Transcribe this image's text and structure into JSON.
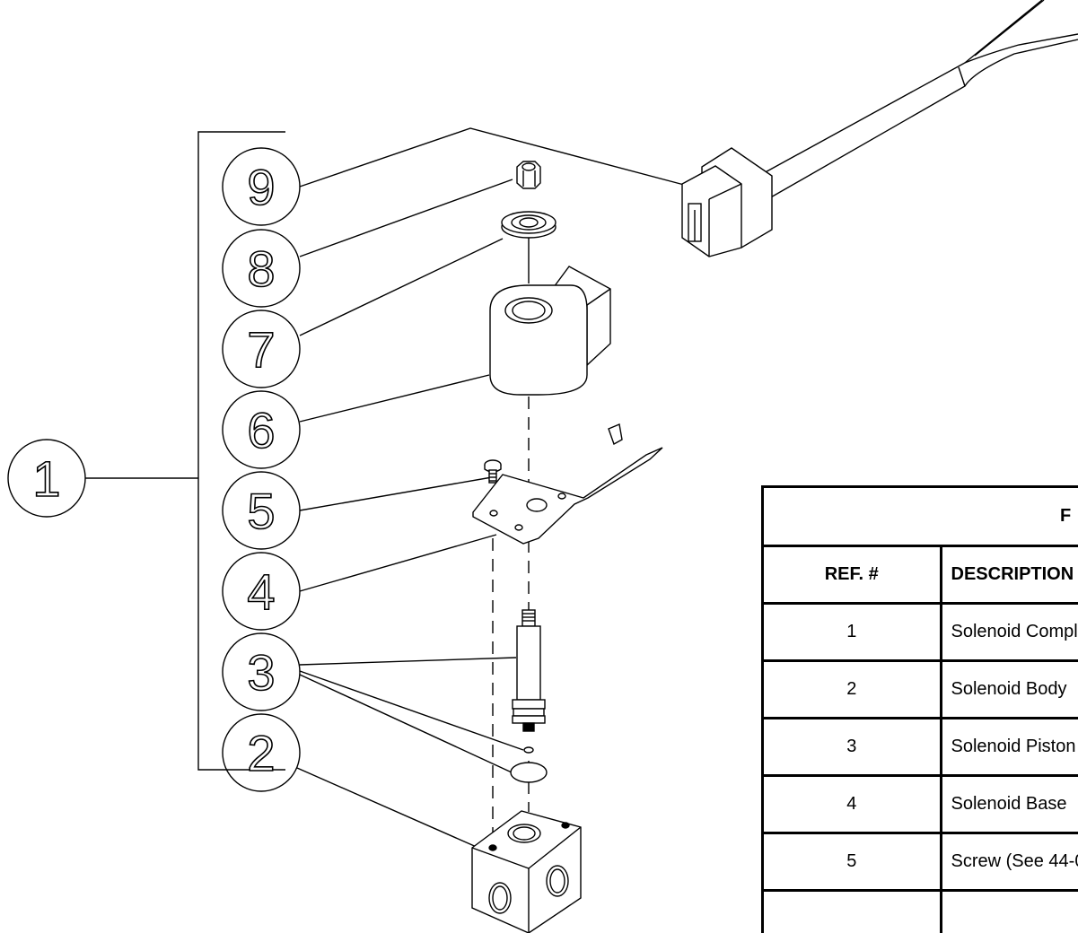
{
  "callouts": [
    "9",
    "8",
    "7",
    "6",
    "5",
    "4",
    "3",
    "2",
    "1"
  ],
  "table": {
    "title": "F",
    "headers": {
      "ref": "REF. #",
      "description": "DESCRIPTION"
    },
    "rows": [
      {
        "ref": "1",
        "description": "Solenoid Compl"
      },
      {
        "ref": "2",
        "description": "Solenoid Body"
      },
      {
        "ref": "3",
        "description": "Solenoid Piston"
      },
      {
        "ref": "4",
        "description": "Solenoid Base"
      },
      {
        "ref": "5",
        "description": "Screw (See 44-0"
      },
      {
        "ref": "",
        "description": ""
      }
    ]
  },
  "colors": {
    "line": "#000000",
    "background": "#ffffff"
  }
}
